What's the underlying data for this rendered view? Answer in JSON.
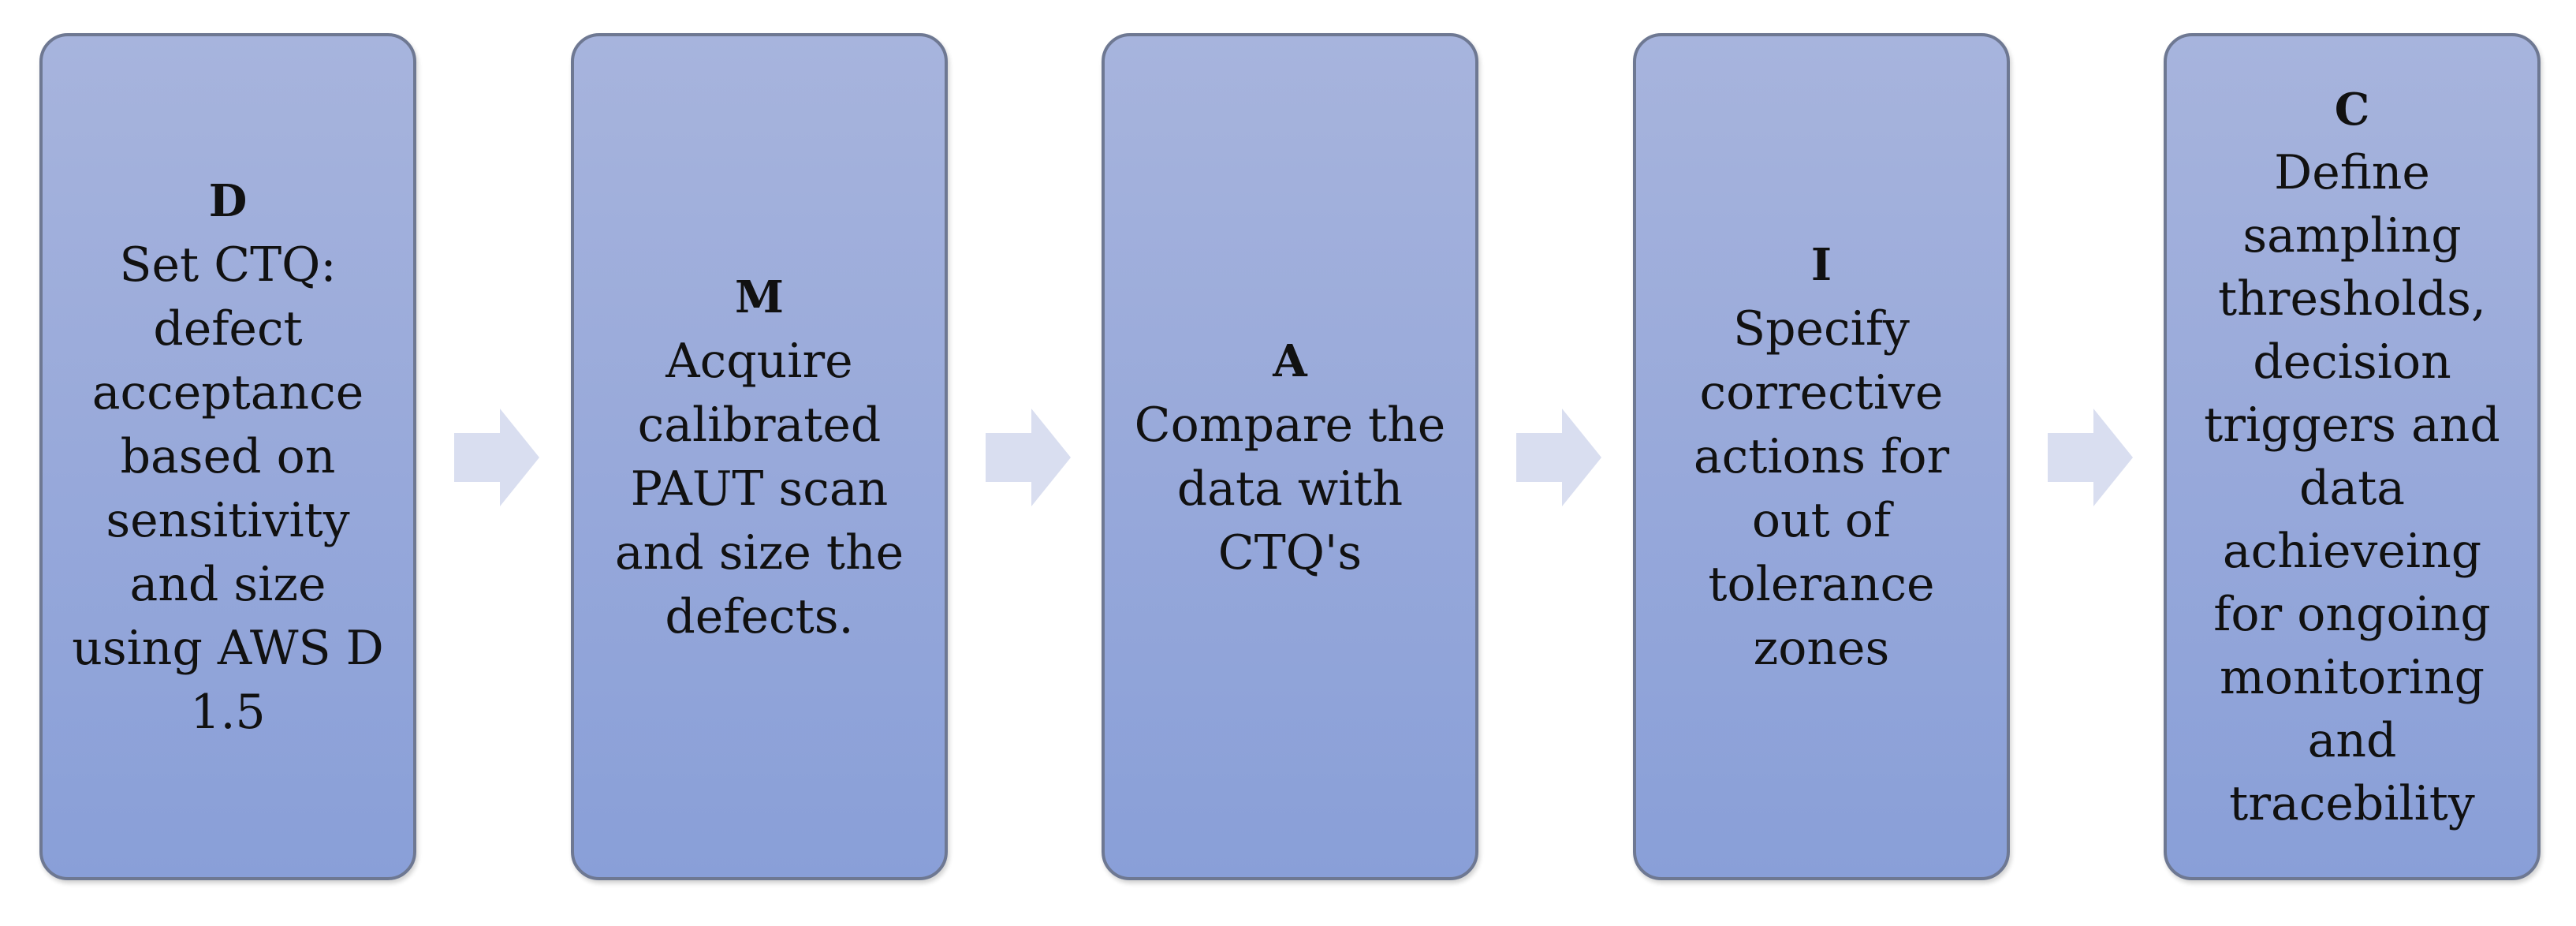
{
  "steps": [
    {
      "letter": "D",
      "text": "Set CTQ:\ndefect\nacceptance\nbased on\nsensitivity\nand size\nusing AWS D\n1.5"
    },
    {
      "letter": "M",
      "text": "Acquire\ncalibrated\nPAUT scan\nand size the\ndefects."
    },
    {
      "letter": "A",
      "text": "Compare the\ndata with\nCTQ's"
    },
    {
      "letter": "I",
      "text": "Specify\ncorrective\nactions for\nout of\ntolerance\nzones"
    },
    {
      "letter": "C",
      "text": "Define\nsampling\nthresholds,\ndecision\ntriggers and\ndata\nachieveing\nfor ongoing\nmonitoring\nand\ntracebility"
    }
  ],
  "colors": {
    "box_fill_top": "#a7b4dd",
    "box_fill_bottom": "#899fd8",
    "box_border": "#6e7892",
    "arrow_fill": "#d9def0"
  }
}
